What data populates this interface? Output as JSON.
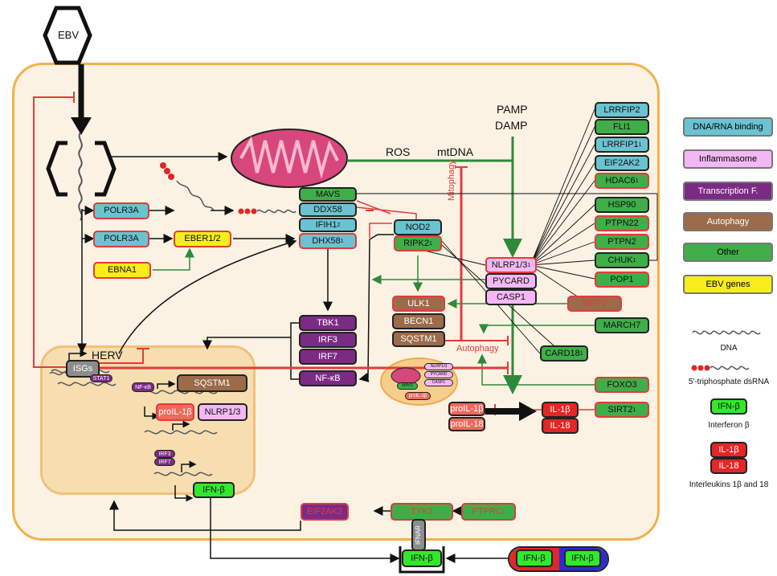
{
  "virus": "EBV",
  "signals": {
    "pamp": "PAMP",
    "damp": "DAMP",
    "ros": "ROS",
    "mtdna": "mtDNA",
    "mitophagy": "Mitophagy",
    "autophagy": "Autophagy",
    "herv": "HERV",
    "ifnar": "IFNAR"
  },
  "sensors": {
    "mavs": "MAVS",
    "ddx58": "DDX58",
    "ifih1": "IFIH1",
    "dhx58": "DHX58",
    "polr3a_1": "POLR3A",
    "polr3a_2": "POLR3A",
    "eber": "EBER1/2",
    "ebna1": "EBNA1",
    "nod2": "NOD2",
    "ripk2": "RIPK2"
  },
  "tf": {
    "tbk1": "TBK1",
    "irf3": "IRF3",
    "irf7": "IRF7",
    "nfkb": "NF-κB"
  },
  "inflammasome": {
    "nlrp": "NLRP1/3",
    "pycard": "PYCARD",
    "casp1": "CASP1",
    "mefv": "MEFV"
  },
  "autophagy_box": {
    "ulk1": "ULK1",
    "becn1": "BECN1",
    "sqstm1": "SQSTM1"
  },
  "mini": {
    "nlrp": "NLRP1/3",
    "pycard": "PYCARD",
    "casp1": "CASP1",
    "mavs": "MAVS",
    "il": "proIL-1β"
  },
  "right_list": [
    "LRRFIP2",
    "FLI1",
    "LRRFIP1",
    "EIF2AK2",
    "HDAC6",
    "HSP90",
    "PTPN22",
    "PTPN2",
    "CHUK",
    "POP1"
  ],
  "other_genes": {
    "march7": "MARCH7",
    "card18": "CARD18",
    "foxo3": "FOXO3",
    "sirt2": "SIRT2"
  },
  "nucleus": {
    "nfkb": "NF-κB",
    "sqstm1": "SQSTM1",
    "proil": "proIL-1β",
    "nlrp": "NLRP1/3",
    "isgs": "ISGs",
    "stat1": "STAT1",
    "irf3": "IRF3",
    "irf7": "IRF7",
    "ifnb": "IFN-β"
  },
  "cytokines": {
    "proil1b": "proIL-1β",
    "proil18": "proIL-18",
    "il1b": "IL-1β",
    "il18": "IL-18"
  },
  "signaling": {
    "eif2ak": "EIF2AK2",
    "tyk2": "TYK2",
    "ptprc": "PTPRC",
    "ifnb_rec": "IFN-β"
  },
  "external": {
    "ifnb_a": "IFN-β",
    "ifnb_b": "IFN-β"
  },
  "legend": {
    "categories": [
      "DNA/RNA binding",
      "Inflammasome",
      "Transcription F.",
      "Autophagy",
      "Other",
      "EBV genes"
    ],
    "dna": "DNA",
    "dsrna": "5'-triphosphate dsRNA",
    "ifnb_box": "IFN-β",
    "ifnb_label": "Interferon β",
    "il1b_box": "IL-1β",
    "il18_box": "IL-18",
    "il_label": "Interleukins 1β and 18"
  },
  "colors": {
    "dna_rna": "#6ac3d1",
    "inflammasome": "#f3b8f3",
    "transcription": "#7c2b85",
    "autophagy": "#9b6b4a",
    "other": "#3fae49",
    "ebv": "#f6ed1b",
    "interferon": "#31e92c",
    "interleukin": "#e42626"
  }
}
